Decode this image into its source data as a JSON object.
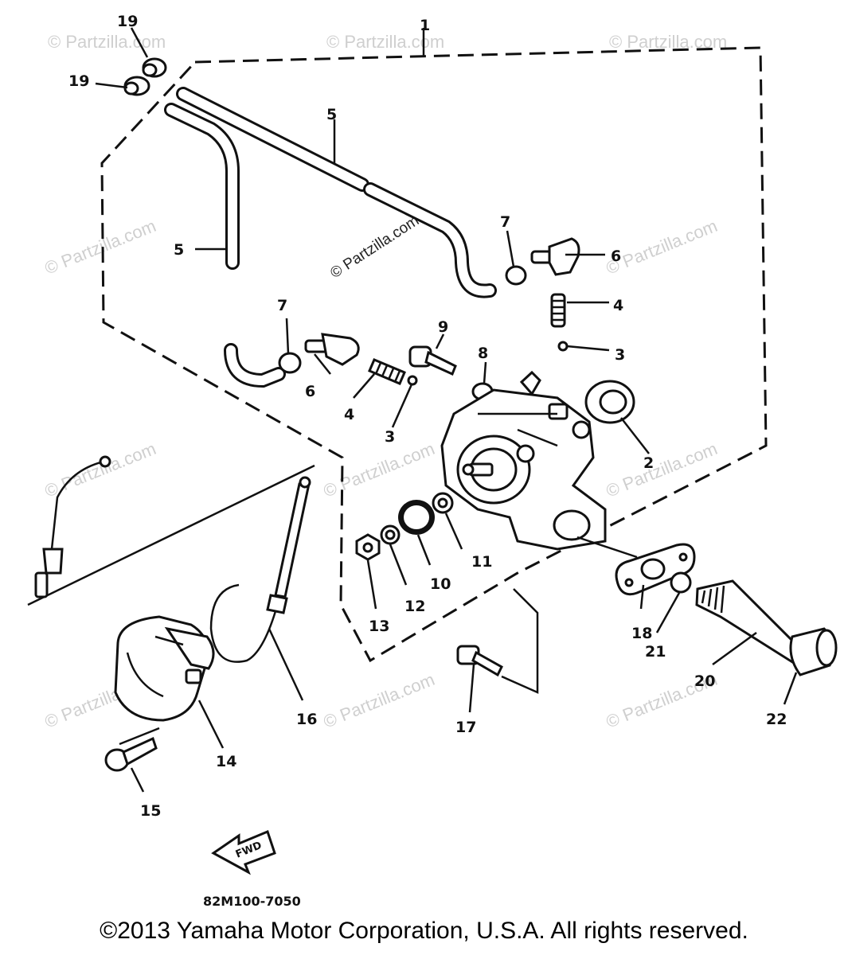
{
  "watermark": {
    "text": "© Partzilla.com"
  },
  "diagram_code": "82M100-7050",
  "fwd_label": "FWD",
  "copyright": "©2013 Yamaha Motor Corporation, U.S.A. All rights reserved.",
  "callouts": {
    "c1": "1",
    "c2": "2",
    "c3a": "3",
    "c3b": "3",
    "c4a": "4",
    "c4b": "4",
    "c5a": "5",
    "c5b": "5",
    "c6a": "6",
    "c6b": "6",
    "c7a": "7",
    "c7b": "7",
    "c8": "8",
    "c9": "9",
    "c10": "10",
    "c11": "11",
    "c12": "12",
    "c13": "13",
    "c14": "14",
    "c15": "15",
    "c16": "16",
    "c17": "17",
    "c18": "18",
    "c19a": "19",
    "c19b": "19",
    "c20": "20",
    "c21": "21",
    "c22": "22"
  }
}
